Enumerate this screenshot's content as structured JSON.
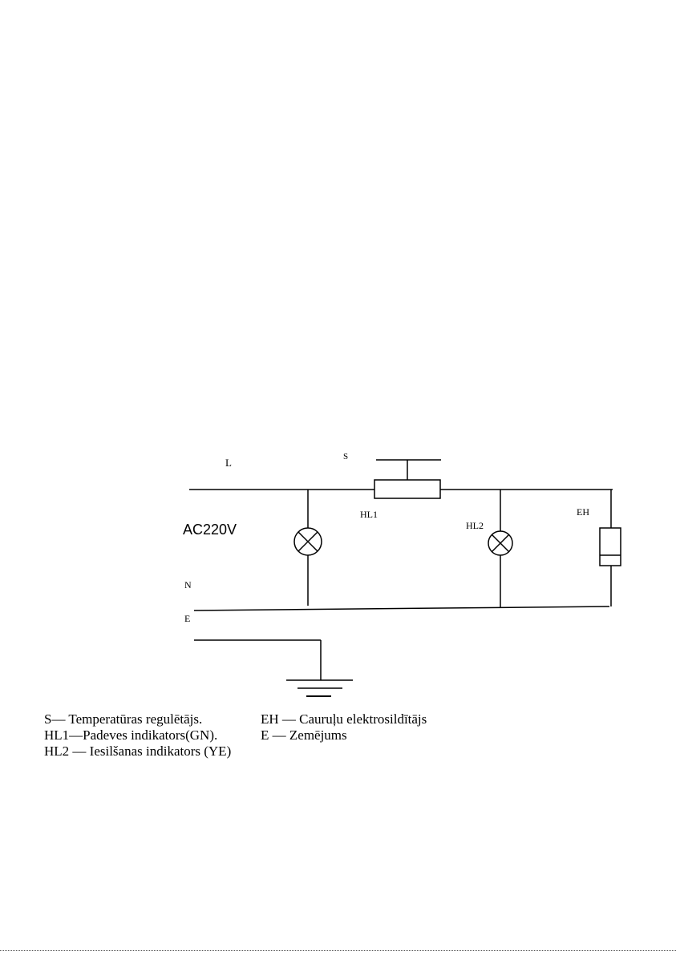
{
  "diagram": {
    "labels": {
      "L": "L",
      "S": "S",
      "HL1": "HL1",
      "HL2": "HL2",
      "EH": "EH",
      "voltage": "AC220V",
      "N": "N",
      "E": "E"
    }
  },
  "legend": {
    "rows": [
      [
        "S— Temperatūras regulētājs.",
        "EH — Cauruļu elektrosildītājs"
      ],
      [
        "HL1—Padeves indikators(GN).",
        "E — Zemējums"
      ],
      [
        "HL2 — Iesilšanas indikators (YE)",
        ""
      ]
    ]
  }
}
